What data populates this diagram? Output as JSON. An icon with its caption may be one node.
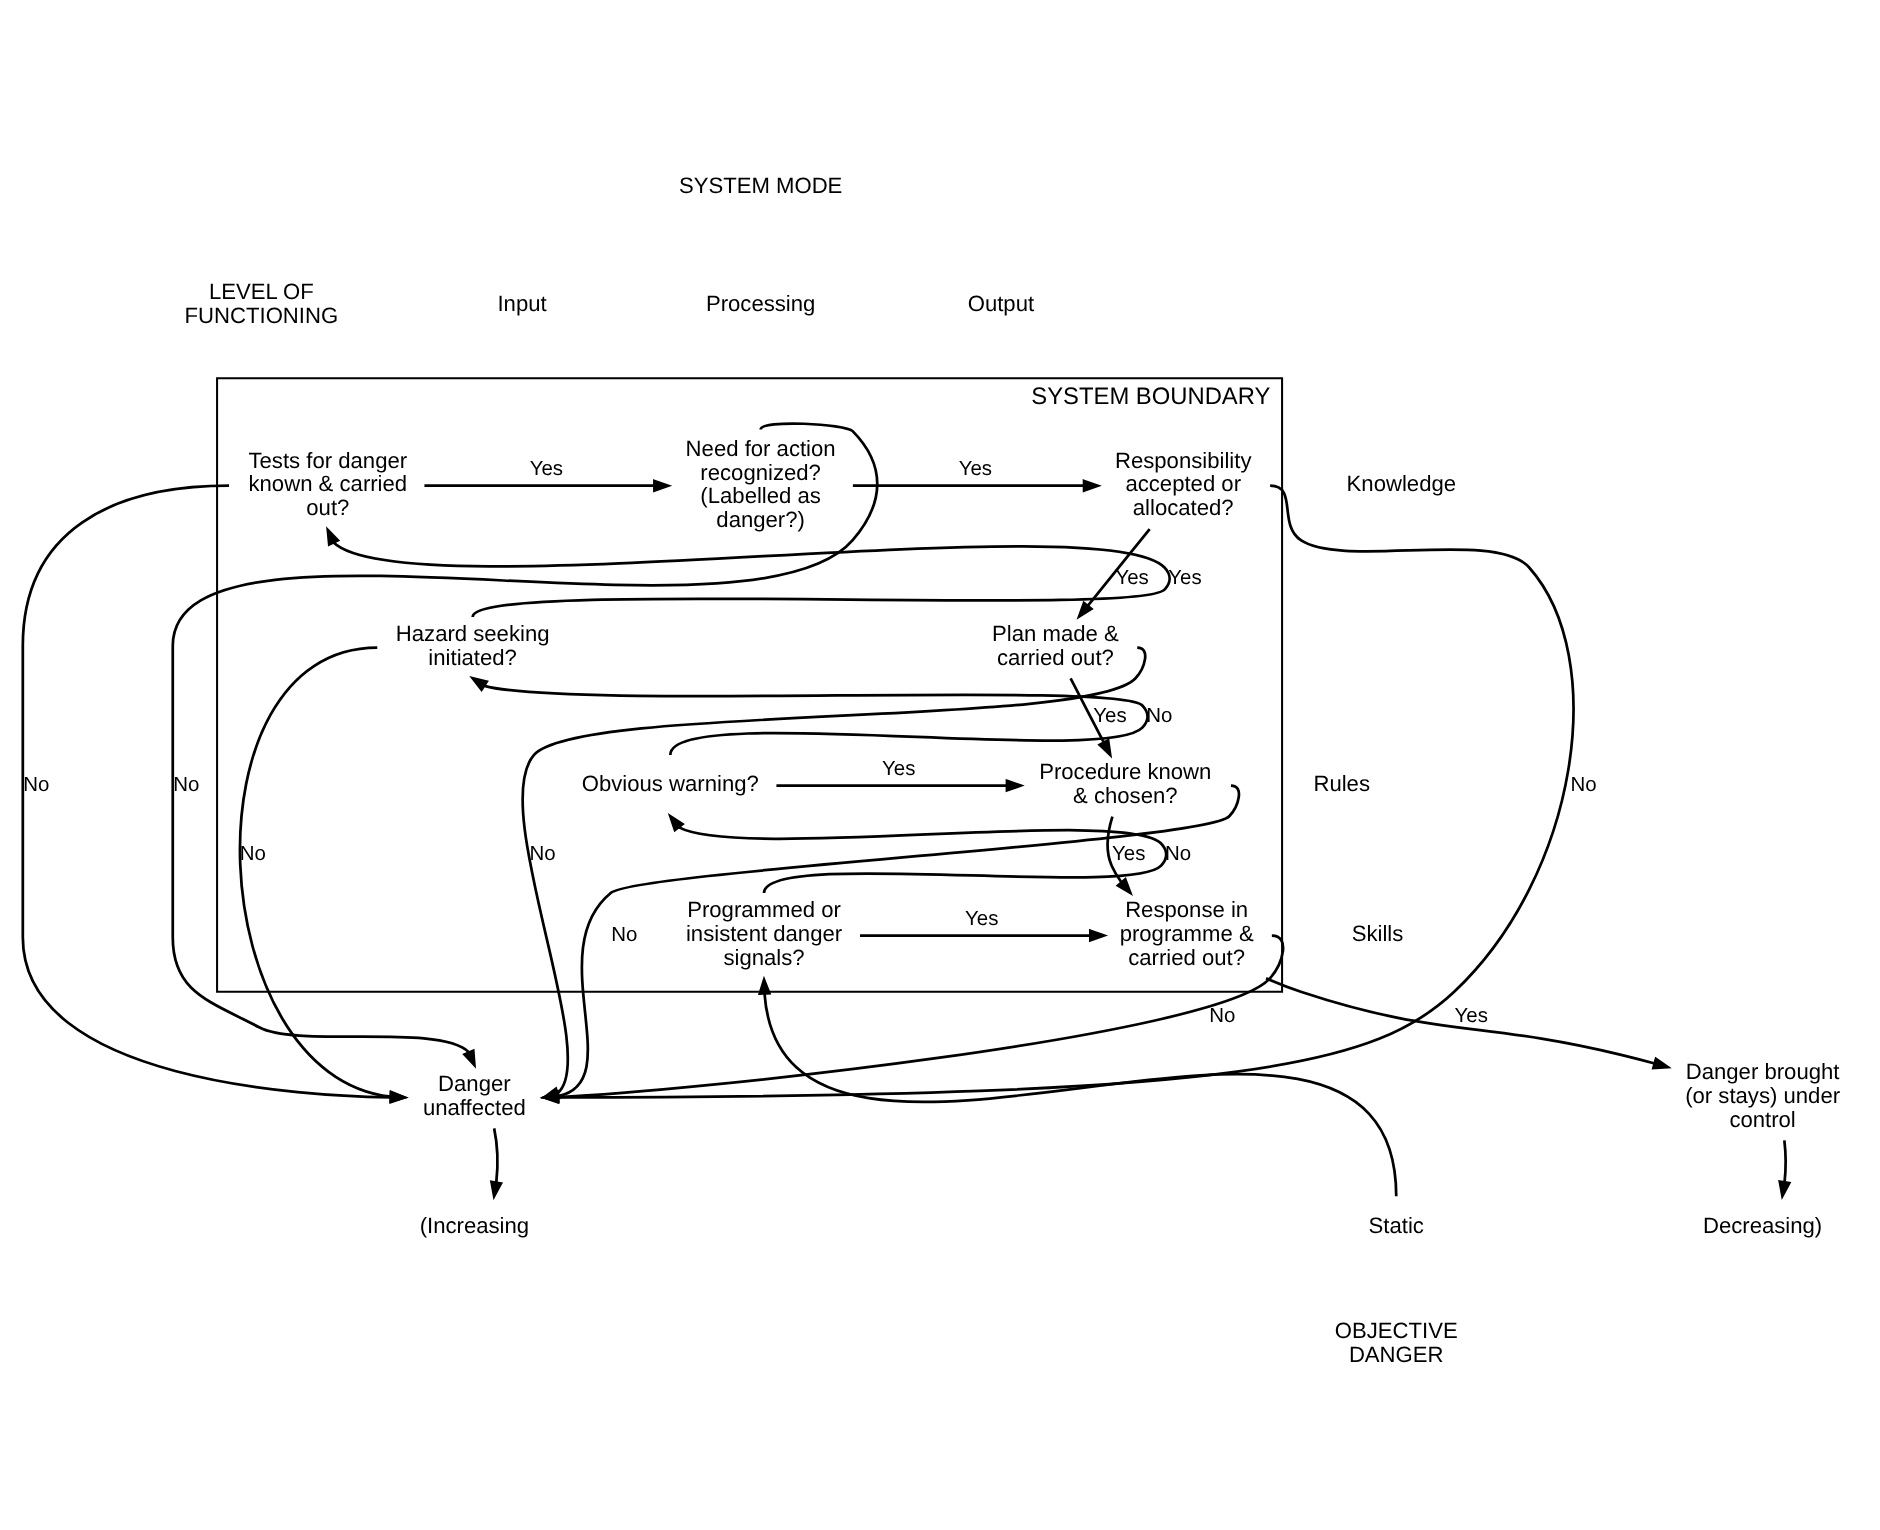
{
  "diagram": {
    "nodes": [
      {
        "text": [
          "SYSTEM BOUNDARY"
        ]
      },
      {
        "text": [
          "Tests for danger known & carried out?"
        ],
        "in": 0
      },
      {
        "text": [
          "Need for action recognized? (Labelled as danger?)"
        ],
        "in": 0
      },
      {
        "text": [
          "Responsibility accepted or allocated?"
        ],
        "in": 0
      },
      {
        "text": [
          "Hazard seeking initiated?"
        ],
        "in": 0
      },
      {
        "text": [
          "Plan made & carried out?"
        ],
        "in": 0
      },
      {
        "text": [
          "Obvious warning?"
        ],
        "in": 0
      },
      {
        "text": [
          "Procedure known & chosen?"
        ],
        "in": 0
      },
      {
        "text": [
          "Programmed or insistent danger signals?"
        ],
        "in": 0
      },
      {
        "text": [
          "Response in programme & carried out?"
        ],
        "in": 0
      },
      {
        "text": [
          "Danger unaffected"
        ]
      },
      {
        "text": [
          "Danger brought (or stays) under control"
        ]
      },
      {
        "text": [
          "(Increasing"
        ]
      },
      {
        "text": [
          "Static"
        ]
      },
      {
        "text": [
          "Decreasing)"
        ]
      }
    ],
    "edges": [
      {
        "from": 1,
        "to": 2,
        "arrow": "to",
        "label": "Yes"
      },
      {
        "from": 2,
        "to": 3,
        "arrow": "to",
        "label": "Yes"
      },
      {
        "from": 3,
        "to": 5,
        "arrow": "to",
        "label": "Yes"
      },
      {
        "from": 4,
        "to": 1,
        "arrow": "to",
        "label": "Yes"
      },
      {
        "from": 5,
        "to": 7,
        "arrow": "to",
        "label": "Yes"
      },
      {
        "from": 6,
        "to": 4,
        "arrow": "to",
        "label": "No"
      },
      {
        "from": 6,
        "to": 7,
        "arrow": "to",
        "label": "Yes"
      },
      {
        "from": 7,
        "to": 9,
        "arrow": "to",
        "label": "Yes"
      },
      {
        "from": 8,
        "to": 6,
        "arrow": "to",
        "label": "No"
      },
      {
        "from": 8,
        "to": 9,
        "arrow": "to",
        "label": "Yes"
      },
      {
        "from": 9,
        "to": 11,
        "arrow": "to",
        "label": "Yes"
      },
      {
        "from": 1,
        "to": 10,
        "arrow": "to",
        "label": "No"
      },
      {
        "from": 2,
        "to": 10,
        "arrow": "to",
        "label": "No"
      },
      {
        "from": 3,
        "to": 10,
        "arrow": "to",
        "label": "No"
      },
      {
        "from": 4,
        "to": 10,
        "arrow": "to",
        "label": "No"
      },
      {
        "from": 5,
        "to": 10,
        "arrow": "to",
        "label": "No"
      },
      {
        "from": 7,
        "to": 10,
        "arrow": "to",
        "label": "No"
      },
      {
        "from": 9,
        "to": 10,
        "arrow": "to",
        "label": "No"
      },
      {
        "from": 10,
        "to": 12,
        "arrow": "to"
      },
      {
        "from": 13,
        "to": 8,
        "arrow": "to"
      },
      {
        "from": 11,
        "to": 14,
        "arrow": "to"
      }
    ],
    "labels": [
      "SYSTEM MODE",
      "LEVEL OF FUNCTIONING",
      "Input",
      "Processing",
      "Output",
      "Knowledge",
      "Rules",
      "Skills",
      "OBJECTIVE DANGER"
    ]
  }
}
